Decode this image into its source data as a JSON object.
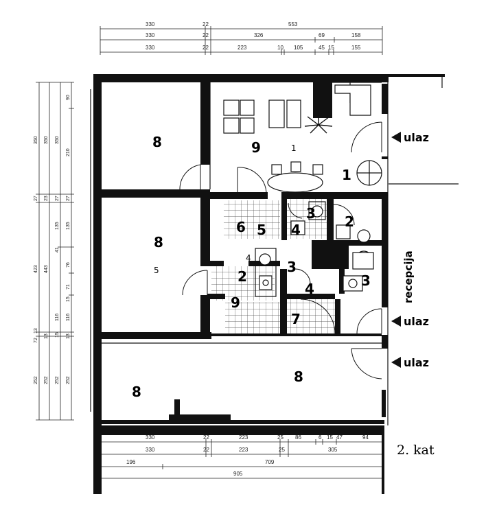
{
  "top_dimensions": {
    "row1": [
      "330",
      "22",
      "553"
    ],
    "row2": [
      "330",
      "22",
      "326",
      "69",
      "158"
    ],
    "row3": [
      "330",
      "22",
      "223",
      "10",
      "105",
      "45",
      "15",
      "155"
    ]
  },
  "bottom_dimensions": {
    "row1": [
      "330",
      "22",
      "223",
      "25",
      "86",
      "6",
      "15",
      "47",
      "94"
    ],
    "row2": [
      "330",
      "22",
      "223",
      "25",
      "305"
    ],
    "row3": [
      "196",
      "709"
    ],
    "row4": [
      "905"
    ]
  },
  "left_dimensions": {
    "col1": [
      "350",
      "27",
      "423",
      "13",
      "72",
      "252"
    ],
    "col2": [
      "350",
      "23",
      "443",
      "13",
      "252"
    ],
    "col3": [
      "350",
      "27",
      "135",
      "41",
      "116",
      "15",
      "252"
    ],
    "col4": [
      "90",
      "210",
      "27",
      "135",
      "76",
      "71",
      "15",
      "116",
      "13",
      "252"
    ]
  },
  "rooms": {
    "r1": "8",
    "r2": "8",
    "r3": "8",
    "r4": "8",
    "r5": "9",
    "r6": "1",
    "r7": "1",
    "r8": "5",
    "r9": "6",
    "r10": "5",
    "r11": "4",
    "r12": "3",
    "r13": "2",
    "r14": "4",
    "r15": "2",
    "r16": "3",
    "r17": "3",
    "r18": "4",
    "r19": "9",
    "r20": "7"
  },
  "labels": {
    "entrance1": "ulaz",
    "entrance2": "ulaz",
    "entrance3": "ulaz",
    "reception": "recepcija",
    "floor": "2. kat"
  }
}
